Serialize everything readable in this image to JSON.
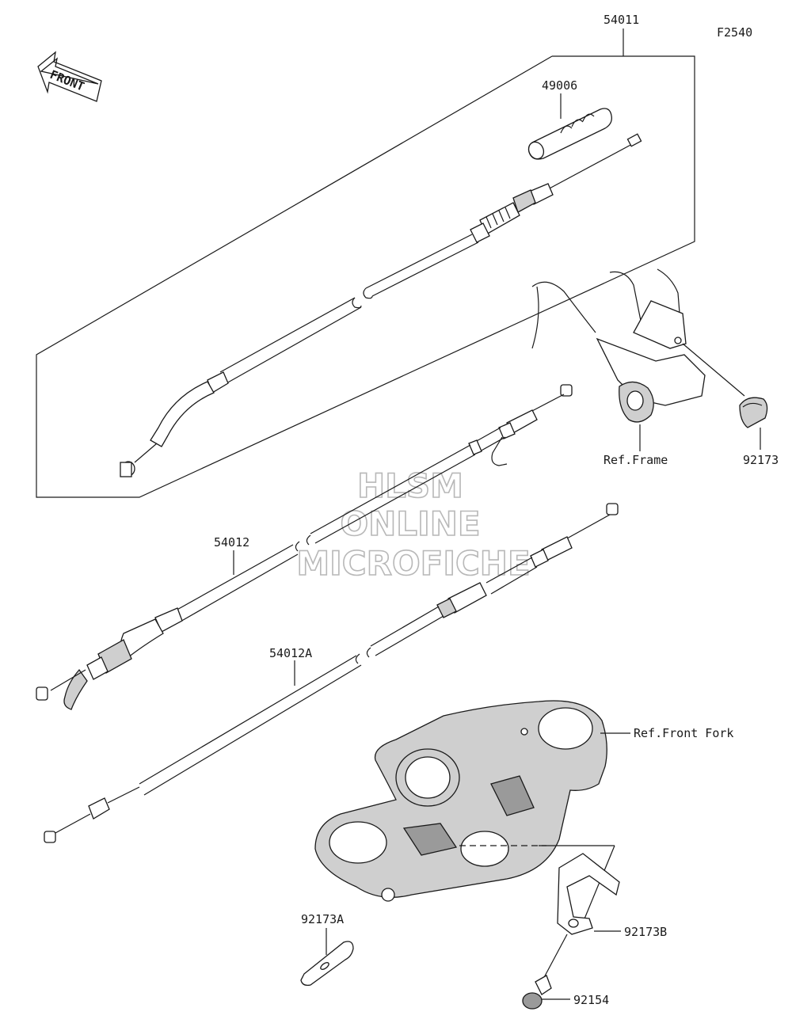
{
  "figure_code": "F2540",
  "front_label": "FRONT",
  "watermark": {
    "line1": "HLSM",
    "line2": "ONLINE",
    "line3": "MICROFICHE"
  },
  "parts": {
    "p54011": "54011",
    "p49006": "49006",
    "p54012": "54012",
    "p54012A": "54012A",
    "p92173": "92173",
    "p92173A": "92173A",
    "p92173B": "92173B",
    "p92154": "92154"
  },
  "refs": {
    "frame": "Ref.Frame",
    "front_fork": "Ref.Front Fork"
  }
}
